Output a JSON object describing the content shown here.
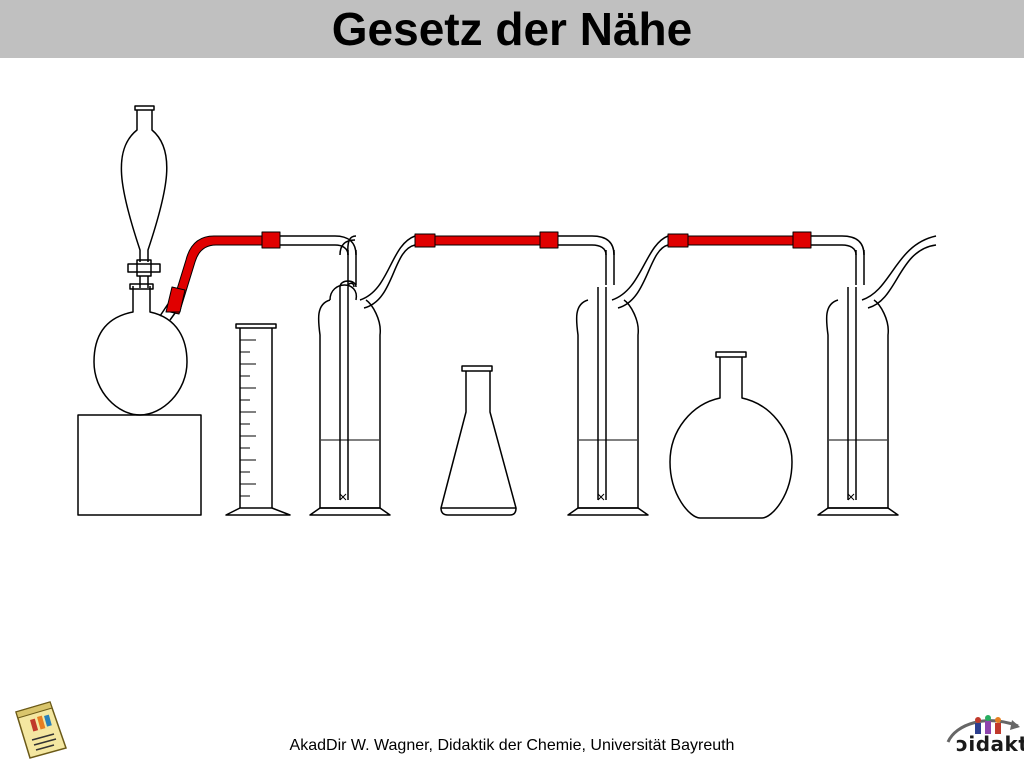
{
  "slide": {
    "title": "Gesetz der Nähe",
    "footer": "AkadDir W. Wagner, Didaktik der Chemie, Universität Bayreuth"
  },
  "logo": {
    "text": "ↄidaktik"
  },
  "icons": {
    "document": "document-chart-icon",
    "logo": "didaktik-logo-icon"
  },
  "colors": {
    "title_bar": "#c0c0c0",
    "tubing": "#e00000",
    "outline": "#000000"
  }
}
